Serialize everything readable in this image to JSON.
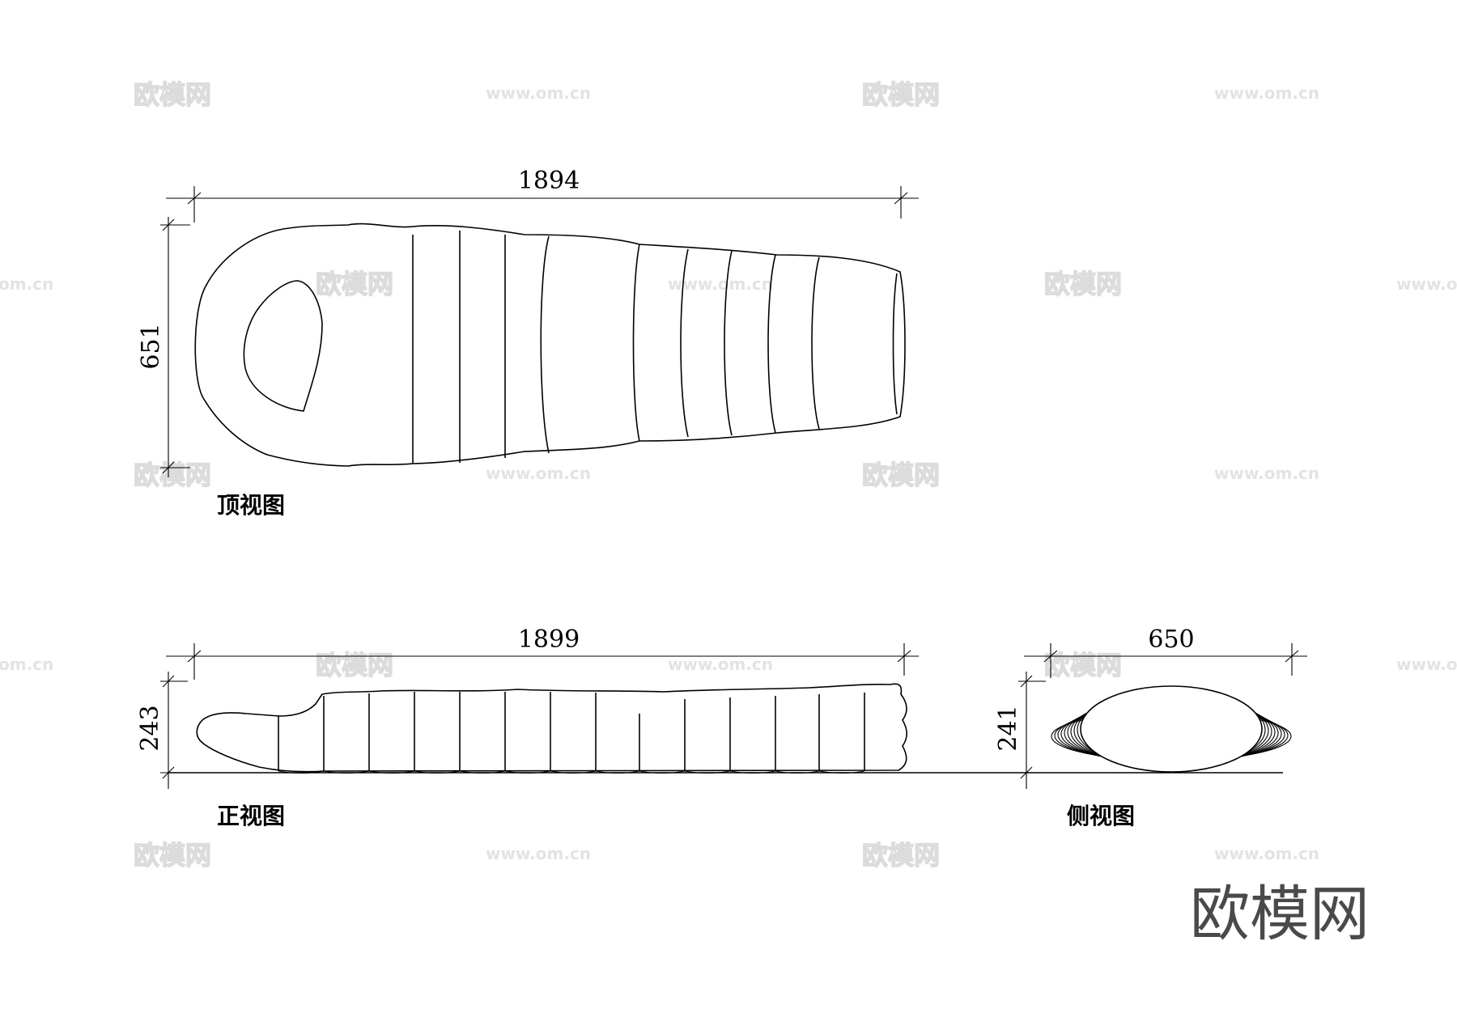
{
  "watermark": {
    "brand_cn": "欧模网",
    "url": "www.om.cn",
    "url_short": "om.cn"
  },
  "brand_logo": "欧模网",
  "views": {
    "top": {
      "caption": "顶视图",
      "length_dim": "1894",
      "width_dim": "651"
    },
    "front": {
      "caption": "正视图",
      "length_dim": "1899",
      "height_dim": "243"
    },
    "side": {
      "caption": "侧视图",
      "width_dim": "650",
      "height_dim": "241"
    }
  },
  "colors": {
    "line": "#000000",
    "watermark": "#dcdcdc",
    "brand": "#4a4a4a"
  }
}
